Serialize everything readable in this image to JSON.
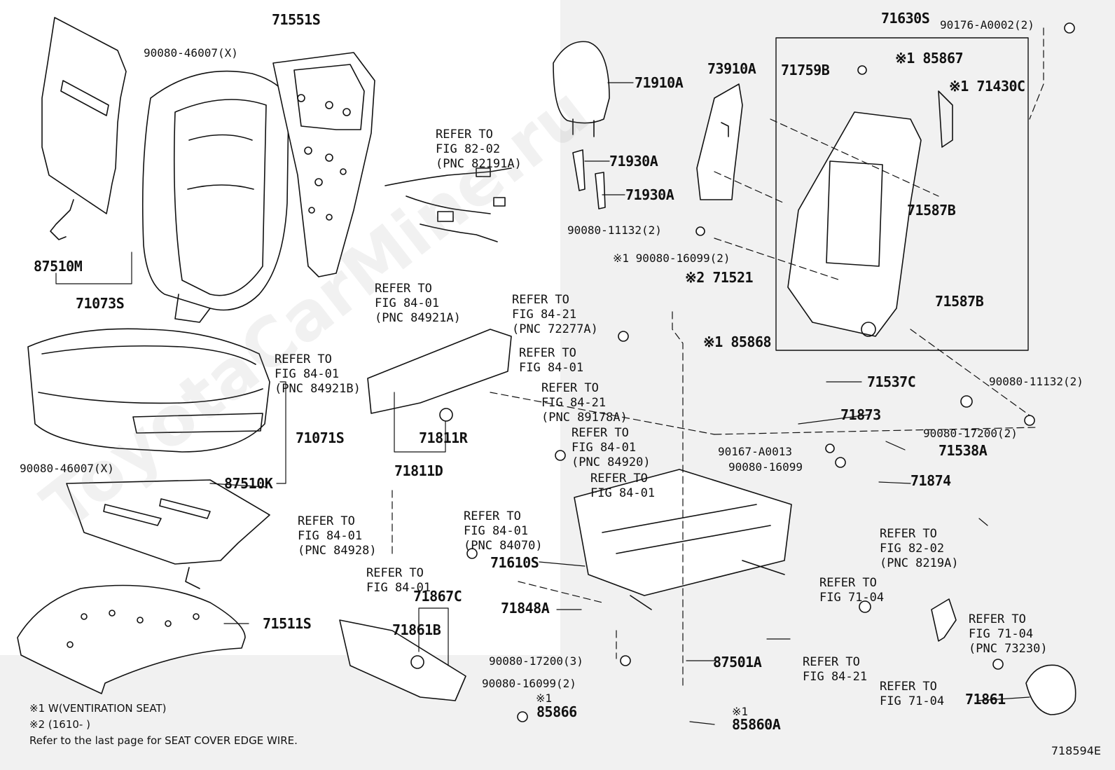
{
  "diagram": {
    "code": "718594E",
    "watermark": "ToyotaCarMine.ru",
    "notes": [
      "※1 W(VENTIRATION  SEAT)",
      "※2 (1610-    )",
      "Refer to the last page for SEAT COVER EDGE WIRE."
    ],
    "parts": {
      "p71551S": "71551S",
      "p90080_46007X_top": "90080-46007(X)",
      "p87510M": "87510M",
      "p71073S": "71073S",
      "p71071S": "71071S",
      "p90080_46007X_mid": "90080-46007(X)",
      "p87510K": "87510K",
      "p71511S": "71511S",
      "p71910A": "71910A",
      "p71930A_1": "71930A",
      "p71930A_2": "71930A",
      "p73910A": "73910A",
      "p90080_11132_2_a": "90080-11132(2)",
      "p90080_16099_2_a": "※1 90080-16099(2)",
      "p71521": "※2 71521",
      "p85868": "※1 85868",
      "p71630S": "71630S",
      "p90176_A0002": "90176-A0002(2)",
      "p71759B": "71759B",
      "p85867": "※1 85867",
      "p71430C": "※1 71430C",
      "p71587B_1": "71587B",
      "p71587B_2": "71587B",
      "p71537C": "71537C",
      "p90080_11132_2_b": "90080-11132(2)",
      "p71873": "71873",
      "p90080_17200_2": "90080-17200(2)",
      "p90167_A0013": "90167-A0013",
      "p71538A": "71538A",
      "p90080_16099": "90080-16099",
      "p71874": "71874",
      "p71811R": "71811R",
      "p71811D": "71811D",
      "p71610S": "71610S",
      "p71848A": "71848A",
      "p71867C": "71867C",
      "p71861B": "71861B",
      "p90080_17200_3": "90080-17200(3)",
      "p87501A": "87501A",
      "p90080_16099_2_b": "90080-16099(2)",
      "p85866_mark": "※1",
      "p85866": "85866",
      "p85860A_mark": "※1",
      "p85860A": "85860A",
      "p71861": "71861"
    },
    "refs": {
      "r82_02a": [
        "REFER TO",
        "FIG 82-02",
        "(PNC 82191A)"
      ],
      "r84_01a": [
        "REFER TO",
        "FIG 84-01",
        "(PNC 84921A)"
      ],
      "r84_01b": [
        "REFER TO",
        "FIG 84-01",
        "(PNC 84921B)"
      ],
      "r84_21a": [
        "REFER TO",
        "FIG 84-21",
        "(PNC 72277A)"
      ],
      "r84_01c": [
        "REFER TO",
        "FIG 84-01"
      ],
      "r84_21b": [
        "REFER TO",
        "FIG 84-21",
        "(PNC 89178A)"
      ],
      "r84_01d": [
        "REFER TO",
        "FIG 84-01",
        "(PNC 84920)"
      ],
      "r84_01e": [
        "REFER TO",
        "FIG 84-01"
      ],
      "r84_01f": [
        "REFER TO",
        "FIG 84-01",
        "(PNC 84070)"
      ],
      "r84_01g": [
        "REFER TO",
        "FIG 84-01",
        "(PNC 84928)"
      ],
      "r84_01h": [
        "REFER TO",
        "FIG 84-01"
      ],
      "r82_02b": [
        "REFER TO",
        "FIG 82-02",
        "(PNC 8219A)"
      ],
      "r71_04a": [
        "REFER TO",
        "FIG 71-04"
      ],
      "r71_04b": [
        "REFER TO",
        "FIG 71-04",
        "(PNC 73230)"
      ],
      "r84_21c": [
        "REFER TO",
        "FIG 84-21"
      ],
      "r71_04c": [
        "REFER TO",
        "FIG 71-04"
      ]
    }
  }
}
